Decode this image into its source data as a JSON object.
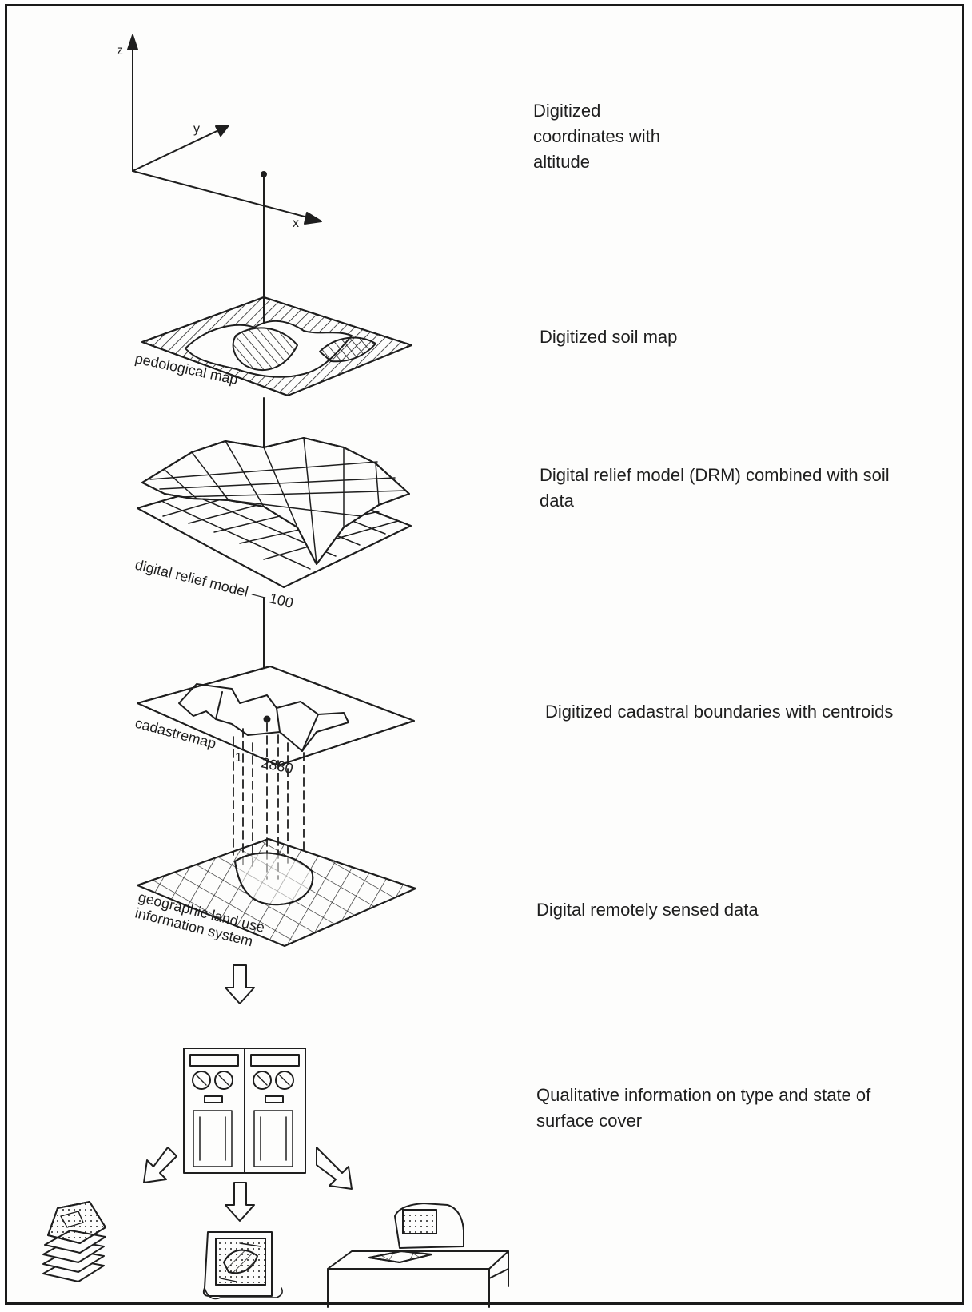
{
  "descriptions": {
    "coordinates": "Digitized\ncoordinates with\naltitude",
    "soil_map": "Digitized soil map",
    "relief_model": "Digital relief model (DRM) combined with soil\ndata",
    "cadastral": "Digitized cadastral boundaries with centroids",
    "remote_sensing": "Digital remotely sensed data",
    "qualitative": "Qualitative information on type and state of\nsurface cover"
  },
  "axes": {
    "z": "z",
    "y": "y",
    "x": "x"
  },
  "layer_labels": {
    "pedological": "pedological map",
    "relief": "digital relief model — 100",
    "cadastre": "cadastremap",
    "cadastre_num_1": "1",
    "cadastre_num_2880": "2880",
    "gis_line1": "geographic land use",
    "gis_line2": "information system"
  },
  "icons": {
    "down_arrow": "hollow-down-arrow-icon",
    "computer": "mainframe-computer-icon",
    "outputs": [
      "stacked-maps-icon",
      "printed-map-icon",
      "computer-terminal-icon"
    ]
  },
  "colors": {
    "ink": "#1e1e1e",
    "paper": "#fdfdfc"
  }
}
